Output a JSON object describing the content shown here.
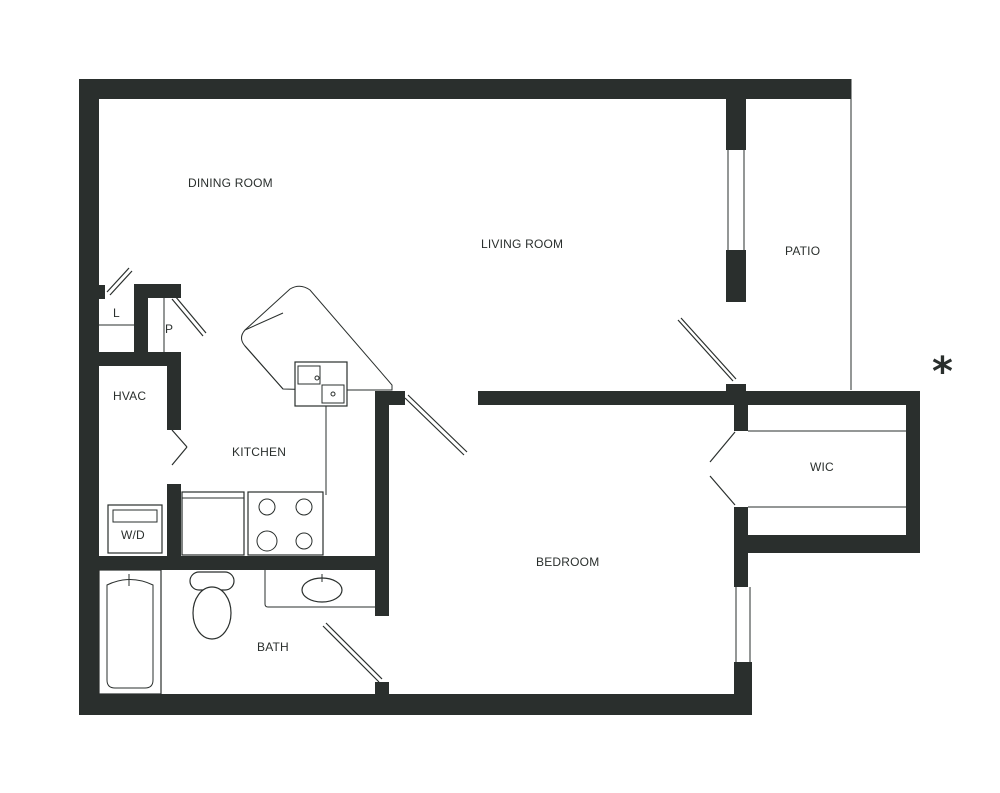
{
  "rooms": {
    "dining_room": "DINING ROOM",
    "living_room": "LIVING ROOM",
    "patio": "PATIO",
    "laundry_closet": "L",
    "pantry": "P",
    "hvac": "HVAC",
    "kitchen": "KITCHEN",
    "washer_dryer": "W/D",
    "wic": "WIC",
    "bedroom": "BEDROOM",
    "bath": "BATH"
  },
  "marker": "*",
  "colors": {
    "wall": "#2a2f2d",
    "background": "#ffffff"
  }
}
